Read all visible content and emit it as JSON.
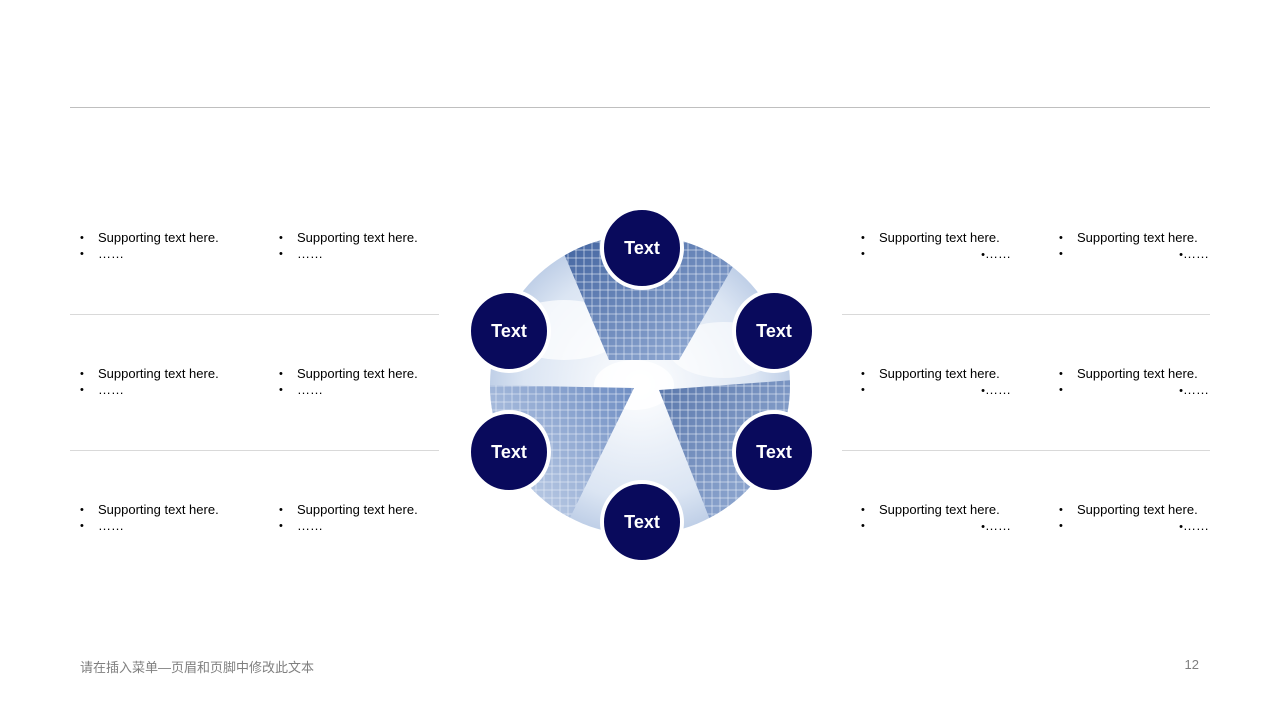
{
  "hub": {
    "nodes": [
      "Text",
      "Text",
      "Text",
      "Text",
      "Text",
      "Text"
    ],
    "colors": {
      "node": "#090a5c",
      "sky": "#cfdcef",
      "glass": "#5a7fb8"
    }
  },
  "left_blocks": [
    {
      "line1": "Supporting  text here.",
      "line2": "……"
    },
    {
      "line1": "Supporting  text here.",
      "line2": "……"
    },
    {
      "line1": "Supporting  text here.",
      "line2": "……"
    },
    {
      "line1": "Supporting  text here.",
      "line2": "……"
    },
    {
      "line1": "Supporting  text here.",
      "line2": "……"
    },
    {
      "line1": "Supporting  text here.",
      "line2": "……"
    }
  ],
  "right_blocks": [
    {
      "line1": "Supporting  text here.",
      "line2": "……"
    },
    {
      "line1": "Supporting  text here.",
      "line2": "……"
    },
    {
      "line1": "Supporting  text here.",
      "line2": "……"
    },
    {
      "line1": "Supporting  text here.",
      "line2": "……"
    },
    {
      "line1": "Supporting  text here.",
      "line2": "……"
    },
    {
      "line1": "Supporting  text here.",
      "line2": "……"
    }
  ],
  "footer": {
    "text": "请在插入菜单—页眉和页脚中修改此文本",
    "page": "12"
  }
}
